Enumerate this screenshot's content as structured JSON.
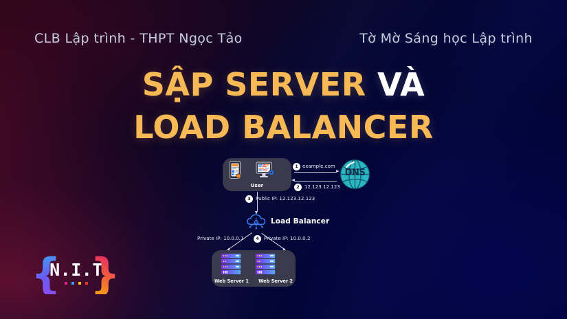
{
  "header": {
    "left": "CLB Lập trình - THPT Ngọc Tảo",
    "right": "Tờ Mờ Sáng học Lập trình"
  },
  "title": {
    "line1_gold": "SẬP SERVER ",
    "line1_white": "VÀ",
    "line2": "LOAD BALANCER",
    "gold_color": "#f7b955",
    "white_color": "#ffffff"
  },
  "diagram": {
    "user_panel": {
      "label": "User",
      "icons": [
        "smartphone-icon",
        "desktop-monitor-icon"
      ]
    },
    "dns": {
      "label": "DNS",
      "icon": "globe-icon",
      "color": "#2bb6c4"
    },
    "load_balancer": {
      "label": "Load Balancer",
      "icon": "cloud-network-icon",
      "color": "#3b7ff5"
    },
    "servers_panel": {
      "servers": [
        {
          "label": "Web Server 1",
          "icon": "server-rack-icon"
        },
        {
          "label": "Web Server 2",
          "icon": "server-rack-icon"
        }
      ]
    },
    "steps": [
      {
        "num": "1",
        "label": "example.com",
        "direction": "user-to-dns"
      },
      {
        "num": "2",
        "label": "12.123.12.123",
        "direction": "dns-to-user"
      },
      {
        "num": "3",
        "label": "Public IP: 12.123.12.123",
        "direction": "user-to-lb"
      },
      {
        "num": "4",
        "label": "",
        "direction": "lb-to-servers"
      }
    ],
    "private_ip_left": "Private IP: 10.0.0.1",
    "private_ip_right": "Private IP: 10.0.0.2"
  },
  "logo": {
    "brace_left": "{",
    "text": "N.I.T",
    "brace_right": "}",
    "dots": [
      "#e0218a",
      "#2ea8e8",
      "#f2c21b",
      "#e8342b"
    ]
  }
}
